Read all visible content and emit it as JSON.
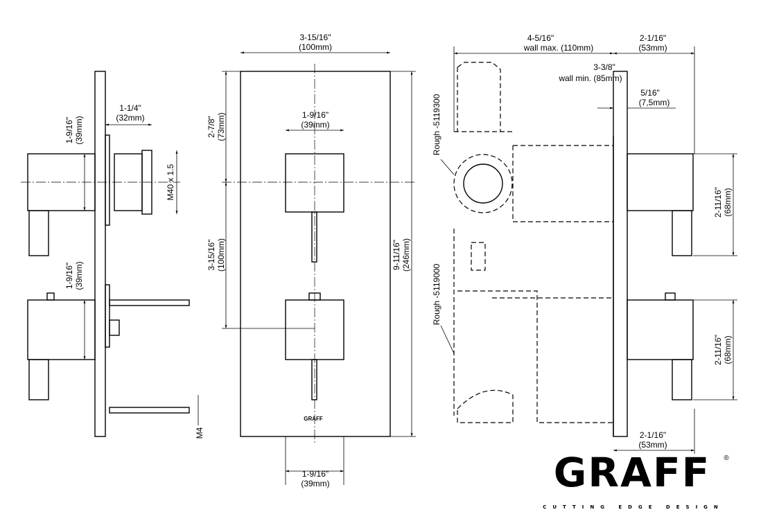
{
  "side_view": {
    "handle_top": [
      "1-9/16\"",
      "(39mm)"
    ],
    "cartridge_depth": [
      "1-1/4\"",
      "(32mm)"
    ],
    "thread": "M40 x 1.5",
    "handle_bottom": [
      "1-9/16\"",
      "(39mm)"
    ],
    "screw": "M4"
  },
  "front_view": {
    "plate_width": [
      "3-15/16\"",
      "(100mm)"
    ],
    "handle_width": [
      "1-9/16\"",
      "(39mm)"
    ],
    "top_offset": [
      "2-7/8\"",
      "(73mm)"
    ],
    "handle_spacing": [
      "3-15/16\"",
      "(100mm)"
    ],
    "plate_height": [
      "9-11/16\"",
      "(246mm)"
    ],
    "bottom_handle_width": [
      "1-9/16\"",
      "(39mm)"
    ],
    "plate_logo": "GRAFF"
  },
  "section_view": {
    "wall_max": [
      "4-5/16\"",
      "wall max. (110mm)"
    ],
    "projection_top": [
      "2-1/16\"",
      "(53mm)"
    ],
    "wall_min": [
      "3-3/8\"",
      "wall min. (85mm)"
    ],
    "plate_thickness": [
      "5/16\"",
      "(7,5mm)"
    ],
    "rough_top": "Rough -5119300",
    "rough_bottom": "Rough -5119000",
    "handle_height_top": [
      "2-11/16\"",
      "(68mm)"
    ],
    "handle_height_bottom": [
      "2-11/16\"",
      "(68mm)"
    ],
    "projection_bottom": [
      "2-1/16\"",
      "(53mm)"
    ]
  },
  "brand": {
    "name": "GRAFF",
    "registered": "®",
    "tagline": "CUTTING EDGE DESIGN"
  }
}
